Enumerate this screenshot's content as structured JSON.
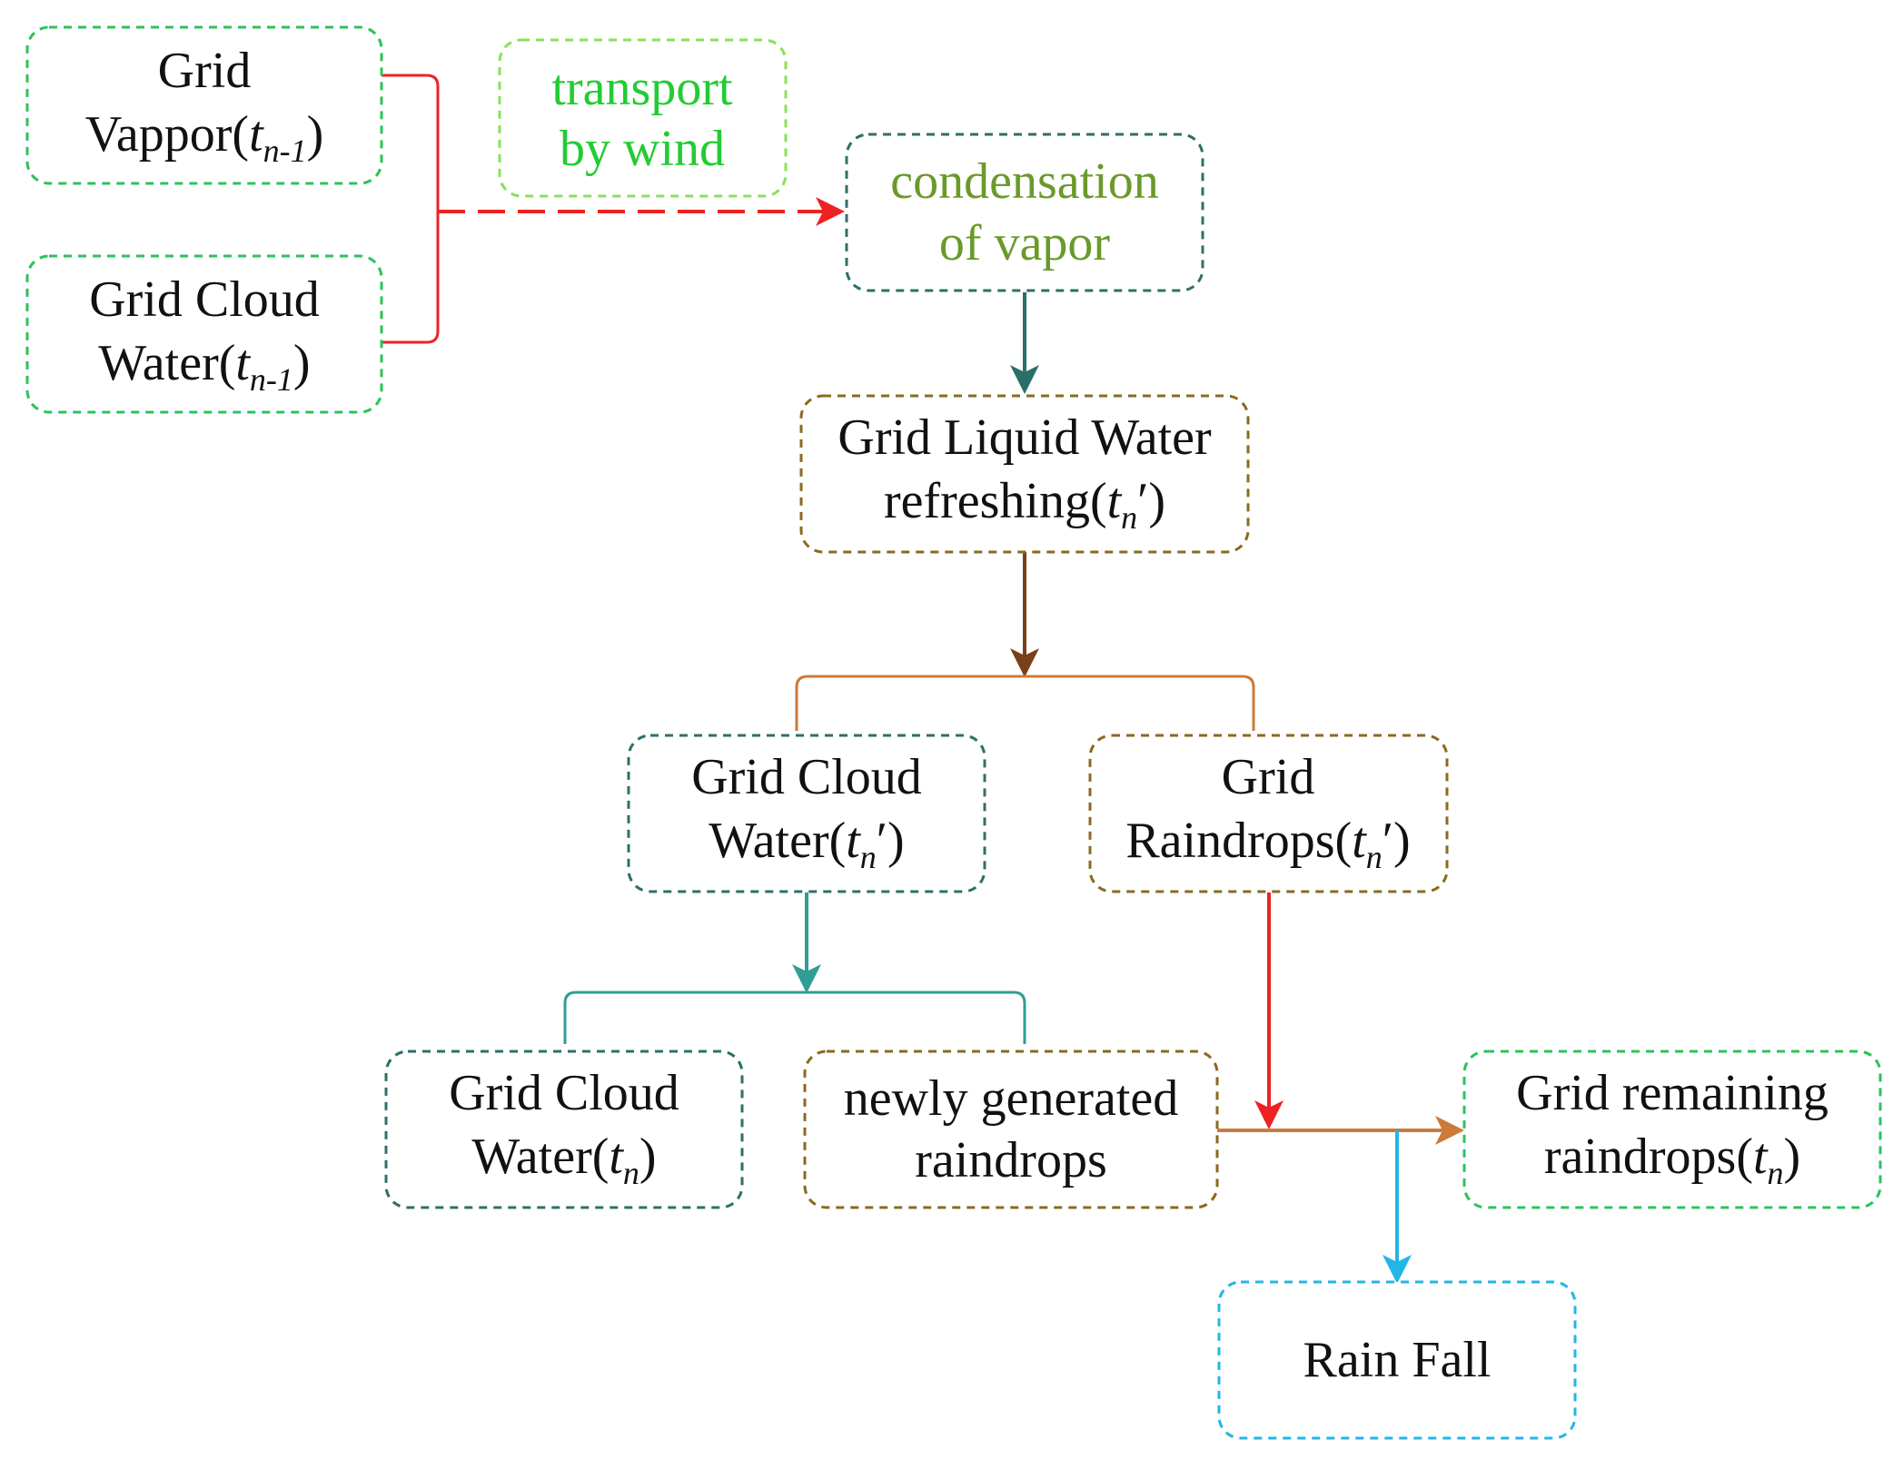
{
  "colors": {
    "green_box": "#2cc35a",
    "light_green_box": "#8be05a",
    "teal_box": "#2f6f6a",
    "brown_box": "#8b6a1f",
    "blue_box": "#22b6e8",
    "text_black": "#111111",
    "text_bright_green": "#22cc33",
    "text_olive_green": "#6a9a2a",
    "arrow_red": "#ee2222",
    "arrow_dark_teal": "#2a6f6a",
    "arrow_brown": "#7a4018",
    "arrow_orange": "#cc7a3a",
    "arrow_teal": "#2f9e95",
    "arrow_blue": "#22b6e8"
  },
  "nodes": {
    "vapor_prev": {
      "l1": "Grid",
      "l2_pre": "Vappor(",
      "var": "t",
      "sub": "n-1",
      "close": ")"
    },
    "cloud_prev": {
      "l1": "Grid Cloud",
      "l2_pre": "Water(",
      "var": "t",
      "sub": "n-1",
      "close": ")"
    },
    "transport": {
      "l1": "transport",
      "l2": "by wind"
    },
    "condensation": {
      "l1": "condensation",
      "l2": "of vapor"
    },
    "liquid": {
      "l1": "Grid Liquid Water",
      "l2_pre": "refreshing(",
      "var": "t",
      "sub": "n",
      "close": "′)"
    },
    "cloud_prime": {
      "l1": "Grid Cloud",
      "l2_pre": "Water(",
      "var": "t",
      "sub": "n",
      "close": "′)"
    },
    "raindrops_prime": {
      "l1": "Grid",
      "l2_pre": "Raindrops(",
      "var": "t",
      "sub": "n",
      "close": "′)"
    },
    "cloud_n": {
      "l1": "Grid Cloud",
      "l2_pre": "Water(",
      "var": "t",
      "sub": "n",
      "close": ")"
    },
    "new_raindrops": {
      "l1": "newly generated",
      "l2": "raindrops"
    },
    "remaining": {
      "l1": "Grid remaining",
      "l2_pre": "raindrops(",
      "var": "t",
      "sub": "n",
      "close": ")"
    },
    "rainfall": {
      "l1": "Rain Fall"
    }
  }
}
